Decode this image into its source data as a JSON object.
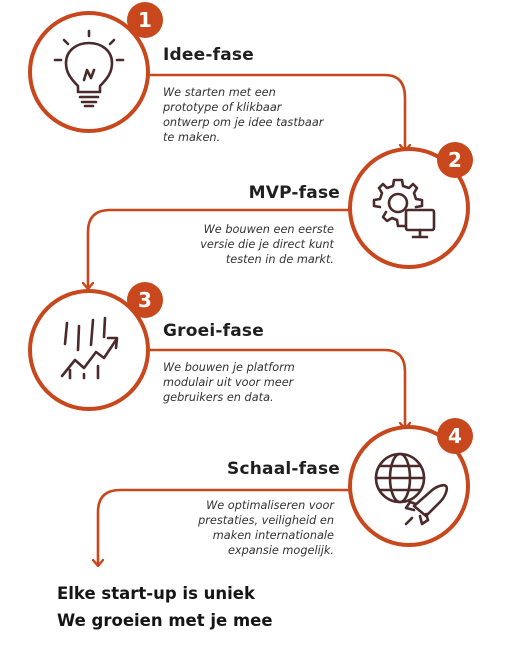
{
  "colors": {
    "accent": "#c8471c",
    "text": "#222222",
    "background": "#ffffff"
  },
  "steps": [
    {
      "number": "1",
      "title": "Idee-fase",
      "icon": "lightbulb-icon",
      "description": [
        "We starten met een",
        "prototype of klikbaar",
        "ontwerp om je idee tastbaar",
        "te maken."
      ]
    },
    {
      "number": "2",
      "title": "MVP-fase",
      "icon": "gear-monitor-icon",
      "description": [
        "We bouwen een eerste",
        "versie die je direct kunt",
        "testen in de markt."
      ]
    },
    {
      "number": "3",
      "title": "Groei-fase",
      "icon": "growth-chart-icon",
      "description": [
        "We bouwen je platform",
        "modulair uit voor meer",
        "gebruikers en data."
      ]
    },
    {
      "number": "4",
      "title": "Schaal-fase",
      "icon": "globe-rocket-icon",
      "description": [
        "We optimaliseren voor",
        "prestaties, veiligheid en",
        "maken internationale",
        "expansie mogelijk."
      ]
    }
  ],
  "footer": {
    "line1": "Elke start-up is uniek",
    "line2": "We groeien met je mee"
  }
}
